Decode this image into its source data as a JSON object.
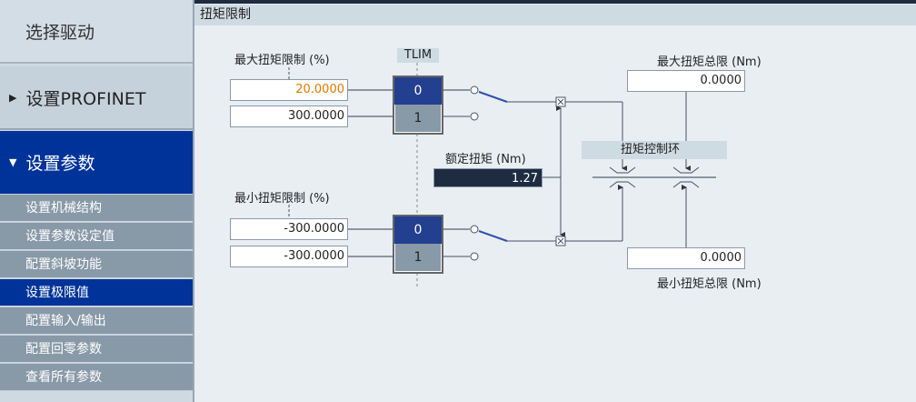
{
  "sidebar": {
    "items": [
      {
        "label": "选择驱动"
      },
      {
        "label": "设置PROFINET"
      },
      {
        "label": "设置参数"
      }
    ],
    "subitems": [
      "设置机械结构",
      "设置参数设定值",
      "配置斜坡功能",
      "设置极限值",
      "配置输入/输出",
      "配置回零参数",
      "查看所有参数"
    ],
    "selected": "设置极限值"
  },
  "header": {
    "title": "扭矩限制"
  },
  "diagram": {
    "max_limit_label": "最大扭矩限制 (%)",
    "max_limit_values": [
      "20.0000",
      "300.0000"
    ],
    "min_limit_label": "最小扭矩限制 (%)",
    "min_limit_values": [
      "-300.0000",
      "-300.0000"
    ],
    "tlim_label": "TLIM",
    "mux_options": [
      "0",
      "1"
    ],
    "rated_torque_label": "额定扭矩 (Nm)",
    "rated_torque_value": "1.27",
    "torque_loop_label": "扭矩控制环",
    "max_total_label": "最大扭矩总限 (Nm)",
    "max_total_value": "0.0000",
    "min_total_label": "最小扭矩总限 (Nm)",
    "min_total_value": "0.0000"
  },
  "colors": {
    "accent": "#003399",
    "highlight_value": "#e07800"
  }
}
